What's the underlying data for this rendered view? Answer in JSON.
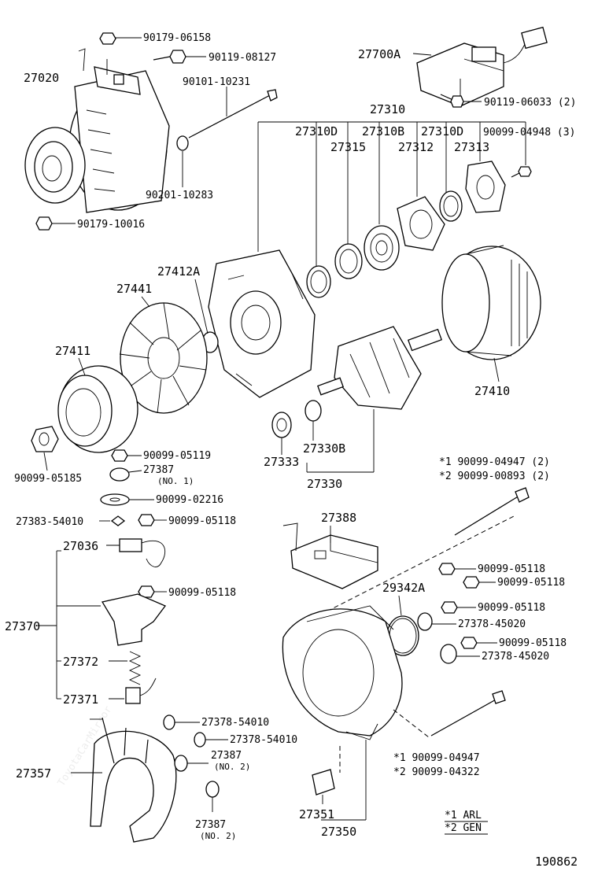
{
  "watermark": "ToyotaCarMirror",
  "drawing_number": "190862",
  "legend": {
    "l1": "*1 ARL",
    "l2": "*2 GEN"
  },
  "labels": {
    "p90179_06158": "90179-06158",
    "p90119_08127": "90119-08127",
    "p27020": "27020",
    "p90101_10231": "90101-10231",
    "p90201_10283": "90201-10283",
    "p90179_10016": "90179-10016",
    "p27700A": "27700A",
    "p90119_06033": "90119-06033 (2)",
    "p27310": "27310",
    "p27310D_a": "27310D",
    "p27310B": "27310B",
    "p27310D_b": "27310D",
    "p90099_04948": "90099-04948 (3)",
    "p27315": "27315",
    "p27312": "27312",
    "p27313": "27313",
    "p27412A": "27412A",
    "p27441": "27441",
    "p27411": "27411",
    "p27410": "27410",
    "p90099_05185": "90099-05185",
    "p90099_05119": "90099-05119",
    "p27387_no1": "27387",
    "p27387_no1_sub": "(NO. 1)",
    "p27333": "27333",
    "p27330B": "27330B",
    "p27330": "27330",
    "p90099_02216": "90099-02216",
    "p27383_54010": "27383-54010",
    "p90099_05118_a": "90099-05118",
    "p27036": "27036",
    "p90099_05118_b": "90099-05118",
    "p27370": "27370",
    "p27372": "27372",
    "p27371": "27371",
    "p27357": "27357",
    "p27378_54010_a": "27378-54010",
    "p27378_54010_b": "27378-54010",
    "p27387_no2a": "27387",
    "p27387_no2a_sub": "(NO. 2)",
    "p27387_no2b": "27387",
    "p27387_no2b_sub": "(NO. 2)",
    "p27388": "27388",
    "p29342A": "29342A",
    "p27351": "27351",
    "p27350": "27350",
    "s1_top": "*1 90099-04947 (2)",
    "s2_top": "*2 90099-00893 (2)",
    "p90099_05118_c": "90099-05118",
    "p90099_05118_d": "90099-05118",
    "p90099_05118_e": "90099-05118",
    "p27378_45020_a": "27378-45020",
    "p90099_05118_f": "90099-05118",
    "p27378_45020_b": "27378-45020",
    "s1_bot": "*1 90099-04947",
    "s2_bot": "*2 90099-04322"
  }
}
